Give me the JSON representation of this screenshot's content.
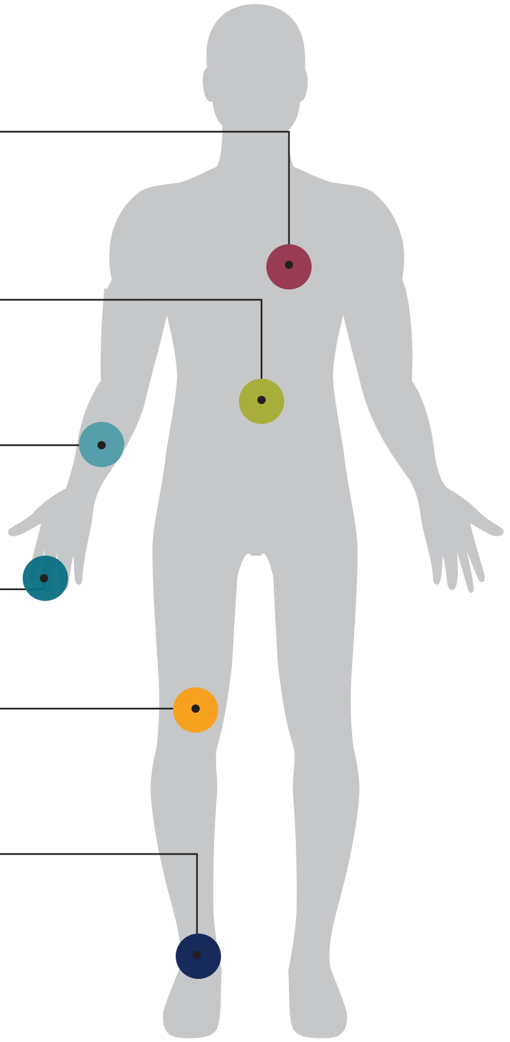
{
  "figure": {
    "body_color": "#c6c7c9",
    "line_color": "#231f20",
    "dot_color": "#231f20"
  },
  "markers": [
    {
      "id": "chest",
      "icon": "chest-marker-icon",
      "color": "#983c54"
    },
    {
      "id": "abdomen",
      "icon": "abdomen-marker-icon",
      "color": "#a7ae3a"
    },
    {
      "id": "elbow",
      "icon": "elbow-marker-icon",
      "color": "#569eaa"
    },
    {
      "id": "hand",
      "icon": "hand-marker-icon",
      "color": "#0b6f83"
    },
    {
      "id": "knee",
      "icon": "knee-marker-icon",
      "color": "#f6a11f"
    },
    {
      "id": "ankle",
      "icon": "ankle-marker-icon",
      "color": "#182a5c"
    }
  ]
}
